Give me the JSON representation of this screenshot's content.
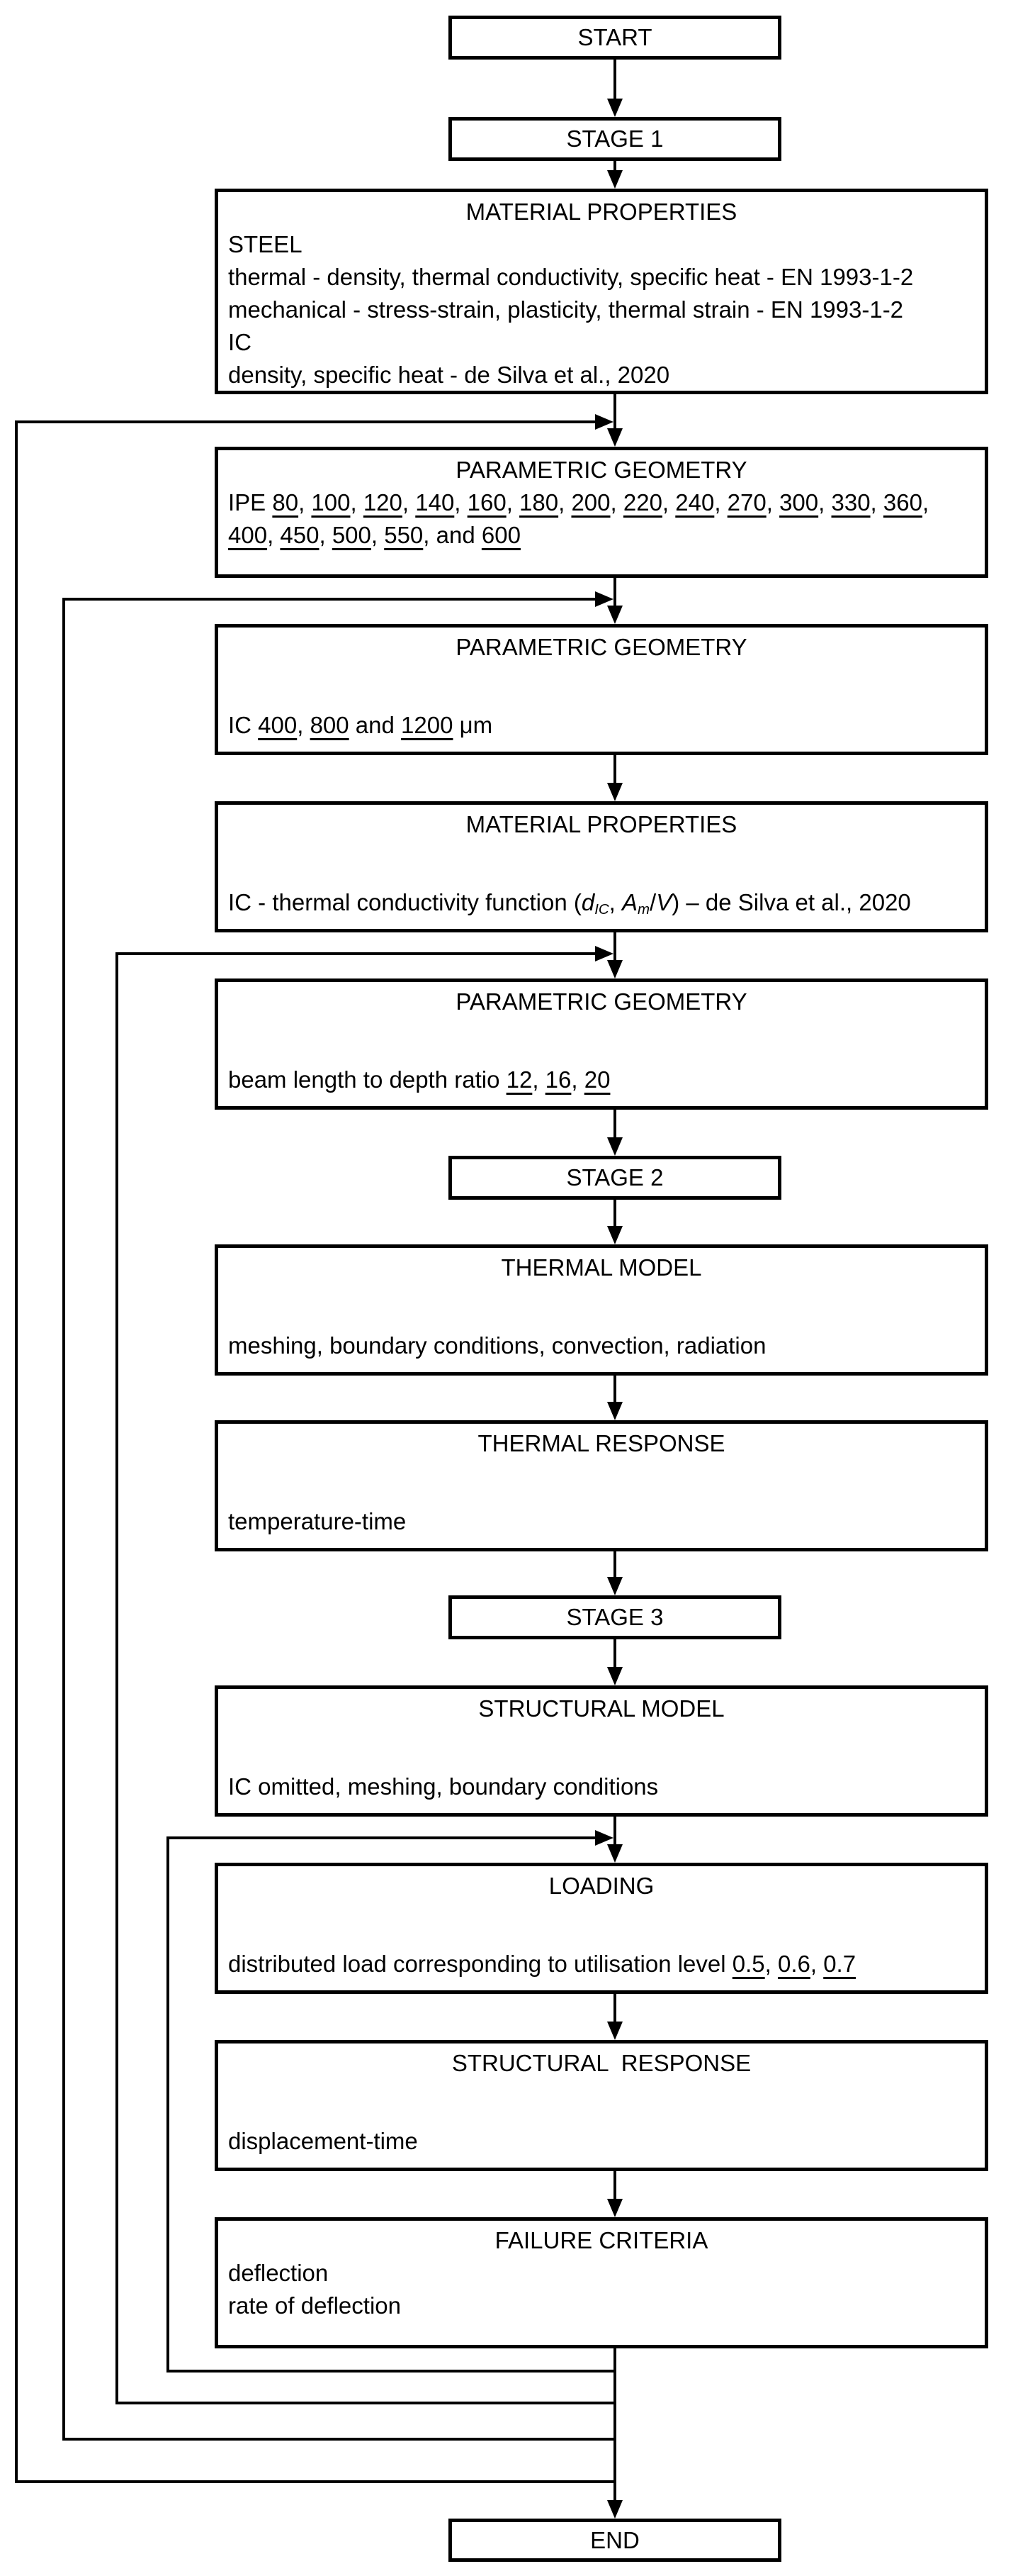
{
  "colors": {
    "line": "#000000",
    "background": "#ffffff"
  },
  "diagram": {
    "nodes": {
      "start": {
        "label": "START"
      },
      "stage1": {
        "label": "STAGE 1"
      },
      "mp_steel": {
        "title": "MATERIAL PROPERTIES",
        "lines": [
          "STEEL",
          "thermal - density, thermal conductivity, specific heat - EN 1993-1-2",
          "mechanical - stress-strain, plasticity, thermal strain - EN 1993-1-2",
          "IC",
          "density, specific heat - de Silva et al., 2020"
        ]
      },
      "pg_ipe": {
        "title": "PARAMETRIC GEOMETRY",
        "rich1": [
          {
            "t": "IPE "
          },
          {
            "t": "80",
            "u": true
          },
          {
            "t": ", "
          },
          {
            "t": "100",
            "u": true
          },
          {
            "t": ", "
          },
          {
            "t": "120",
            "u": true
          },
          {
            "t": ", "
          },
          {
            "t": "140",
            "u": true
          },
          {
            "t": ", "
          },
          {
            "t": "160",
            "u": true
          },
          {
            "t": ", "
          },
          {
            "t": "180",
            "u": true
          },
          {
            "t": ", "
          },
          {
            "t": "200",
            "u": true
          },
          {
            "t": ", "
          },
          {
            "t": "220",
            "u": true
          },
          {
            "t": ", "
          },
          {
            "t": "240",
            "u": true
          },
          {
            "t": ", "
          },
          {
            "t": "270",
            "u": true
          },
          {
            "t": ", "
          },
          {
            "t": "300",
            "u": true
          },
          {
            "t": ", "
          },
          {
            "t": "330",
            "u": true
          },
          {
            "t": ", "
          },
          {
            "t": "360",
            "u": true
          },
          {
            "t": ","
          }
        ],
        "rich2": [
          {
            "t": "400",
            "u": true
          },
          {
            "t": ", "
          },
          {
            "t": "450",
            "u": true
          },
          {
            "t": ", "
          },
          {
            "t": "500",
            "u": true
          },
          {
            "t": ", "
          },
          {
            "t": "550",
            "u": true
          },
          {
            "t": ", and "
          },
          {
            "t": "600",
            "u": true
          }
        ]
      },
      "pg_ic": {
        "title": "PARAMETRIC GEOMETRY",
        "rich": [
          {
            "t": "IC "
          },
          {
            "t": "400",
            "u": true
          },
          {
            "t": ", "
          },
          {
            "t": "800",
            "u": true
          },
          {
            "t": " and "
          },
          {
            "t": "1200",
            "u": true
          },
          {
            "t": " μm"
          }
        ]
      },
      "mp_ic": {
        "title": "MATERIAL PROPERTIES",
        "rich": [
          {
            "t": "IC - thermal conductivity function ("
          },
          {
            "t": "d",
            "i": true
          },
          {
            "t": "IC",
            "i": true,
            "sub": true
          },
          {
            "t": ", "
          },
          {
            "t": "A",
            "i": true
          },
          {
            "t": "m",
            "i": true,
            "sub": true
          },
          {
            "t": "/"
          },
          {
            "t": "V",
            "i": true
          },
          {
            "t": ") – de Silva et al., 2020"
          }
        ]
      },
      "pg_ratio": {
        "title": "PARAMETRIC GEOMETRY",
        "rich": [
          {
            "t": "beam length to depth ratio "
          },
          {
            "t": "12",
            "u": true
          },
          {
            "t": ", "
          },
          {
            "t": "16",
            "u": true
          },
          {
            "t": ", "
          },
          {
            "t": "20",
            "u": true
          }
        ]
      },
      "stage2": {
        "label": "STAGE 2"
      },
      "thermal_model": {
        "title": "THERMAL MODEL",
        "lines": [
          "meshing, boundary conditions, convection, radiation"
        ]
      },
      "thermal_response": {
        "title": "THERMAL RESPONSE",
        "lines": [
          "temperature-time"
        ]
      },
      "stage3": {
        "label": "STAGE 3"
      },
      "structural_model": {
        "title": "STRUCTURAL MODEL",
        "lines": [
          "IC omitted, meshing, boundary conditions"
        ]
      },
      "loading": {
        "title": "LOADING",
        "rich": [
          {
            "t": "distributed load corresponding to utilisation level "
          },
          {
            "t": "0.5",
            "u": true
          },
          {
            "t": ", "
          },
          {
            "t": "0.6",
            "u": true
          },
          {
            "t": ", "
          },
          {
            "t": "0.7",
            "u": true
          }
        ]
      },
      "structural_response": {
        "title": "STRUCTURAL  RESPONSE",
        "lines": [
          "displacement-time"
        ]
      },
      "failure_criteria": {
        "title": "FAILURE CRITERIA",
        "lines": [
          "deflection",
          "rate of deflection"
        ]
      },
      "end": {
        "label": "END"
      }
    }
  }
}
